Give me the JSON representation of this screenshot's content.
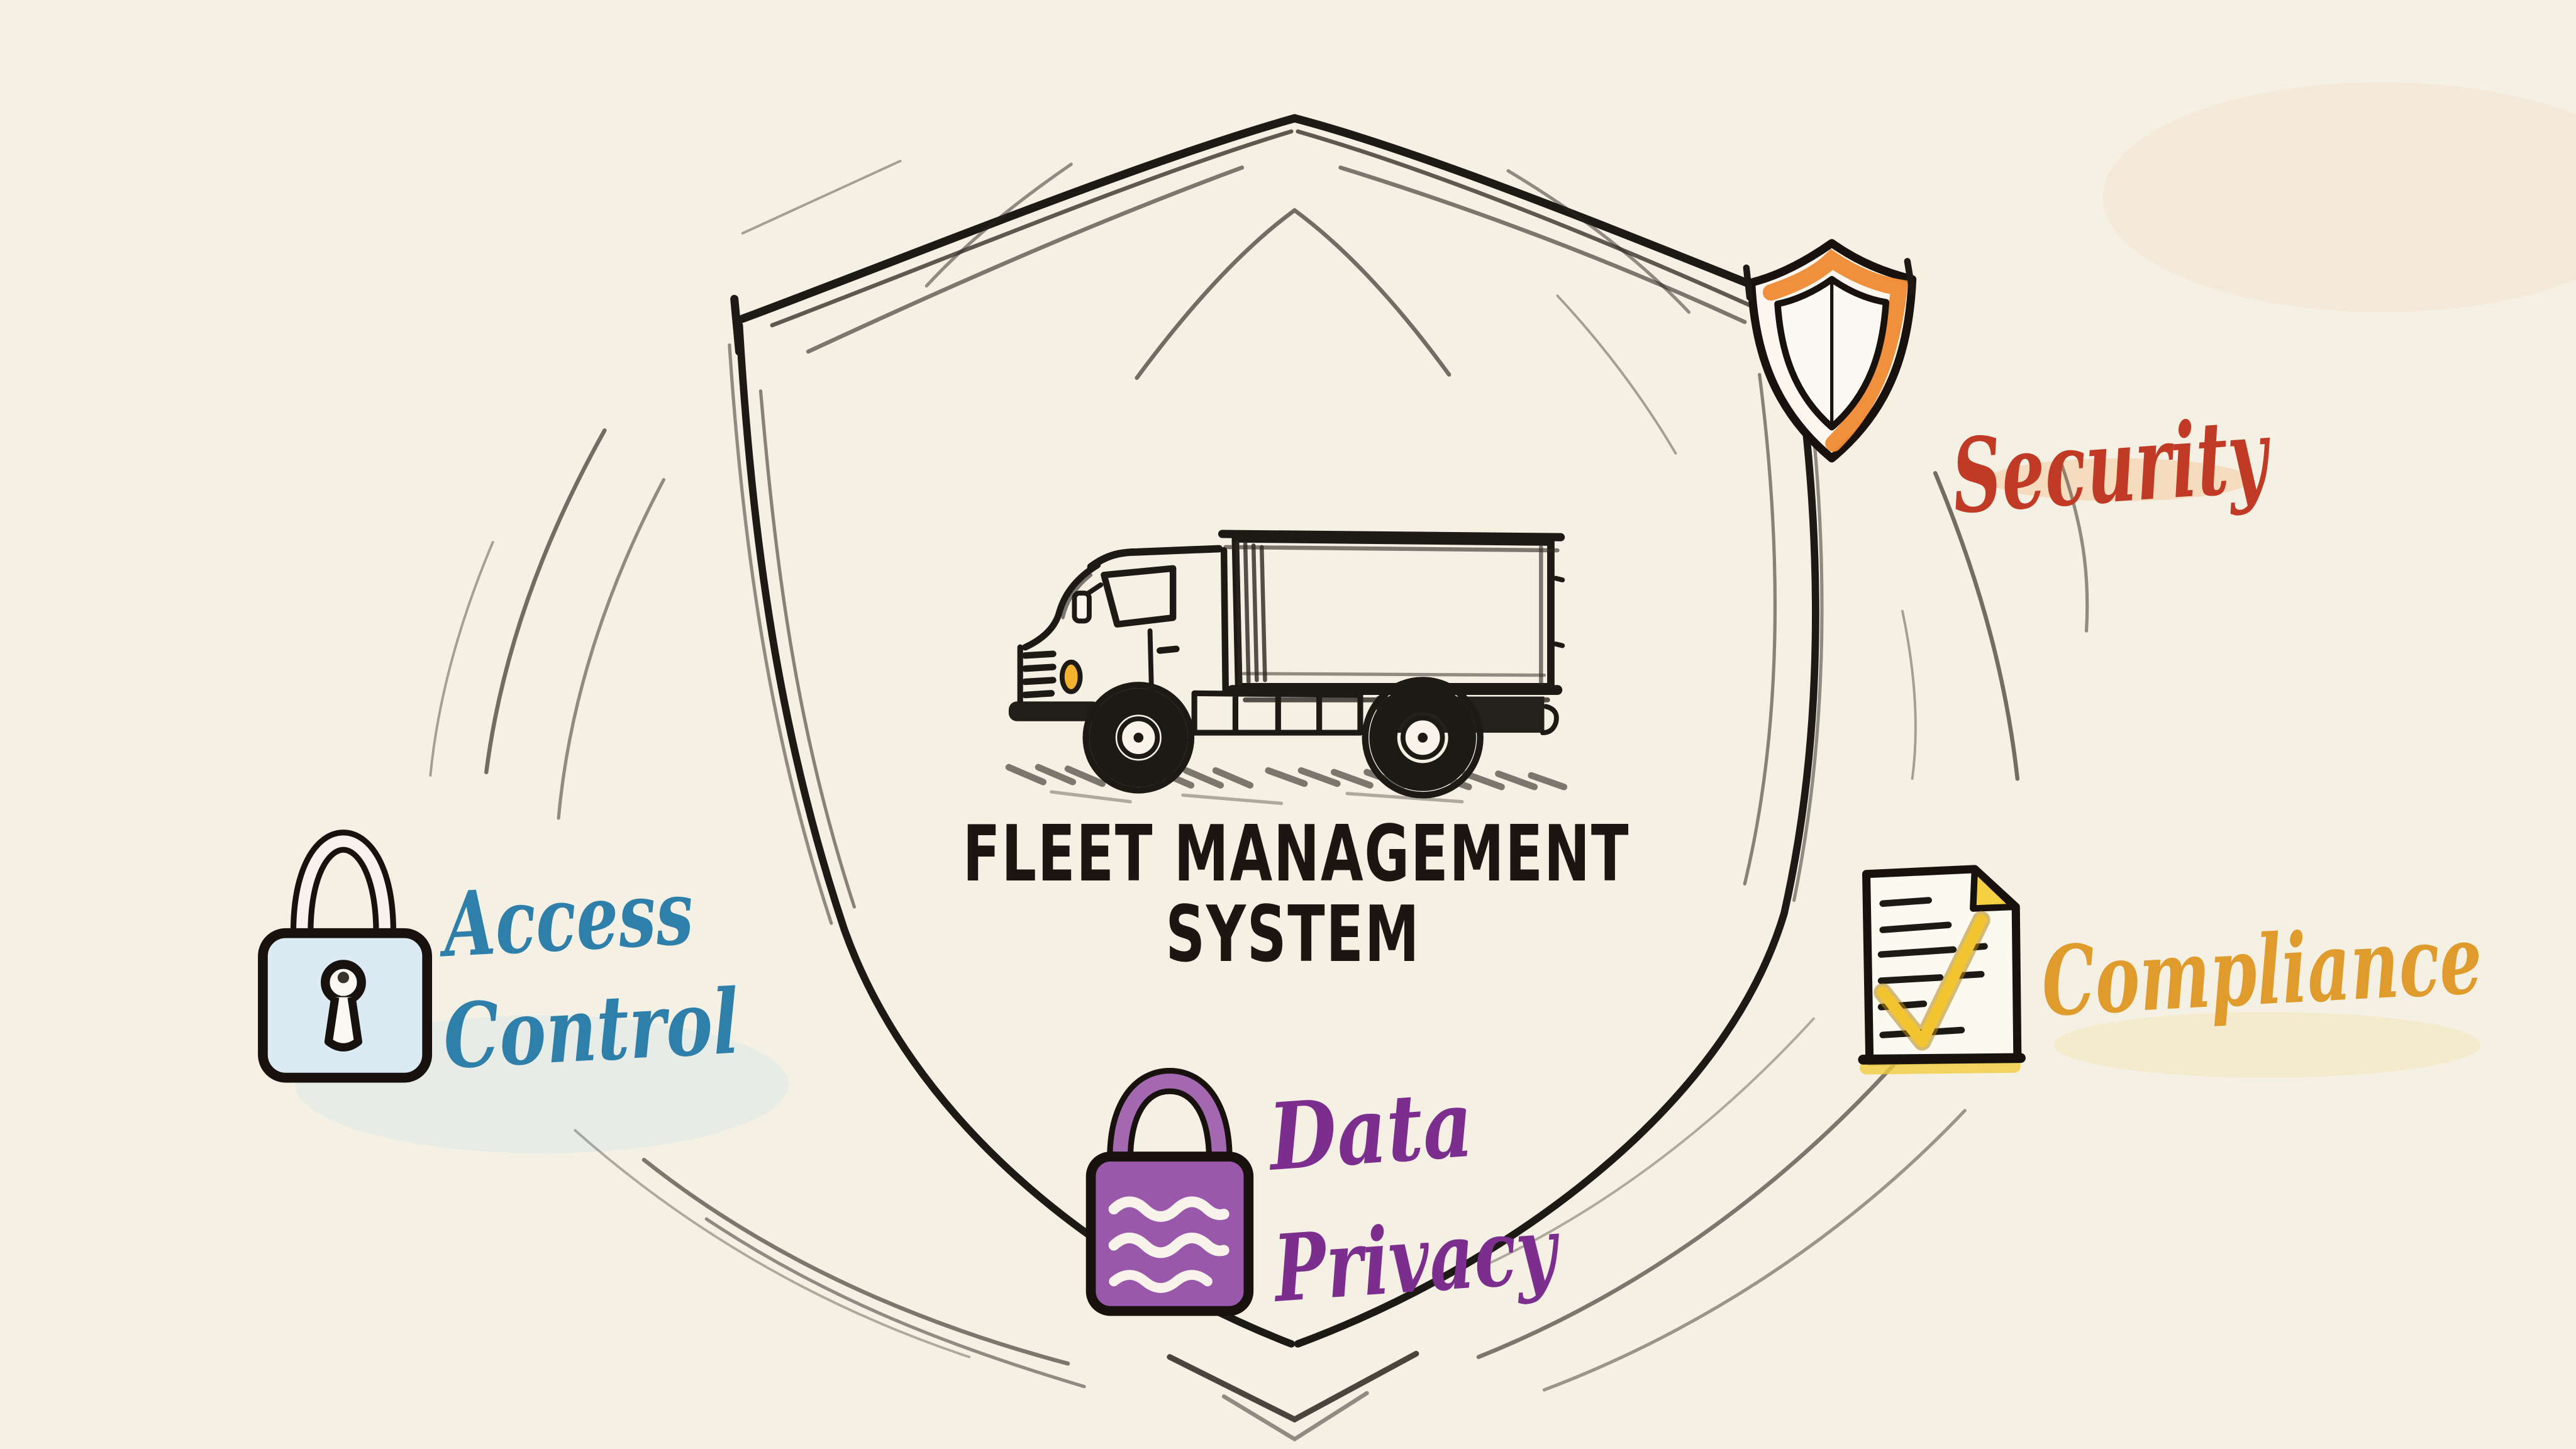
{
  "artboard": {
    "background_color": "#f5f0e4",
    "ink_color": "#1d1915",
    "style": "hand-drawn marker sketch on cream paper"
  },
  "center": {
    "truck_icon": "box-truck-icon",
    "shield_icon": "large-shield-outline",
    "title_line1": "FLEET MANAGEMENT",
    "title_line2": "SYSTEM",
    "title_color": "#1b1611"
  },
  "nodes": {
    "security": {
      "label": "Security",
      "label_color": "#c13a25",
      "icon": "shield-icon",
      "icon_accent": "#ef8a33"
    },
    "compliance": {
      "label": "Compliance",
      "label_color": "#df9b2c",
      "icon": "document-check-icon",
      "icon_accent": "#f2cc3e"
    },
    "data_privacy": {
      "label_line1": "Data",
      "label_line2": "Privacy",
      "label_color": "#7b2e8e",
      "icon": "padlock-waves-icon",
      "icon_accent": "#9a58a9"
    },
    "access_control": {
      "label_line1": "Access",
      "label_line2": "Control",
      "label_color": "#2e7fa9",
      "icon": "padlock-keyhole-icon",
      "icon_accent": "#dcebf3"
    }
  }
}
